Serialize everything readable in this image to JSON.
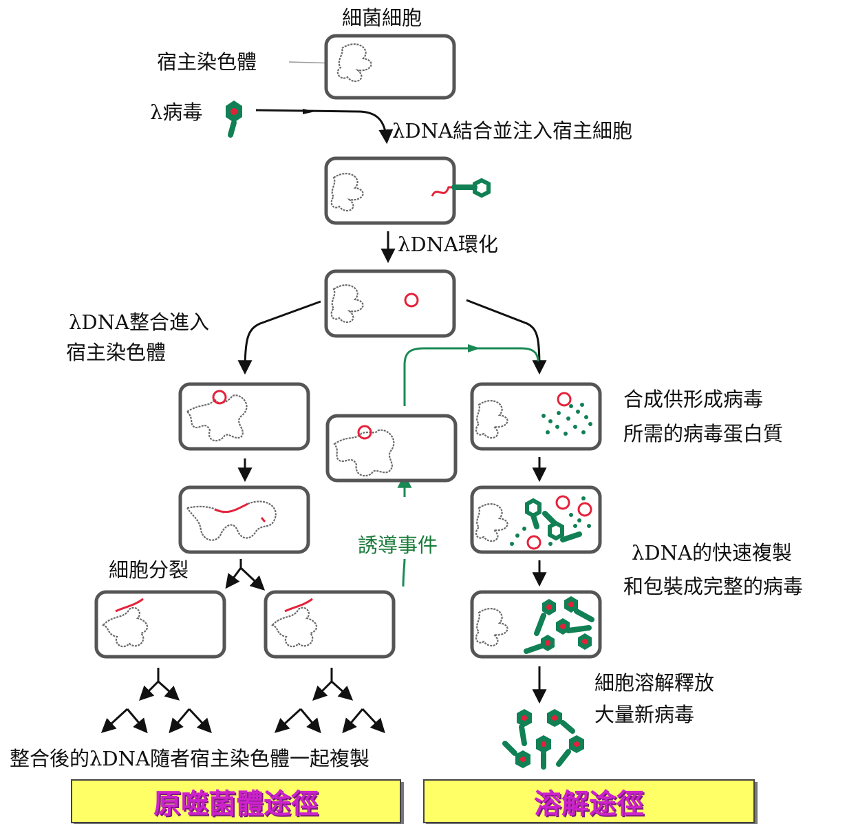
{
  "labels": {
    "bacterial_cell": "細菌細胞",
    "host_chromosome": "宿主染色體",
    "lambda_virus": "λ病毒",
    "inject": "λDNA結合並注入宿主細胞",
    "circularize": "λDNA環化",
    "integrate_1": "λDNA整合進入",
    "integrate_2": "宿主染色體",
    "synth_1": "合成供形成病毒",
    "synth_2": "所需的病毒蛋白質",
    "induction": "誘導事件",
    "cell_division": "細胞分裂",
    "replicate_1": "λDNA的快速複製",
    "replicate_2": "和包裝成完整的病毒",
    "lysis_1": "細胞溶解釋放",
    "lysis_2": "大量新病毒",
    "bottom_caption": "整合後的λDNA隨者宿主染色體一起複製"
  },
  "banners": {
    "lysogenic": "原噬菌體途徑",
    "lytic": "溶解途徑"
  },
  "colors": {
    "phage": "#118055",
    "viral_dna": "#e5213a",
    "banner_bg": "#ffff66",
    "banner_text": "#cc22cc"
  }
}
